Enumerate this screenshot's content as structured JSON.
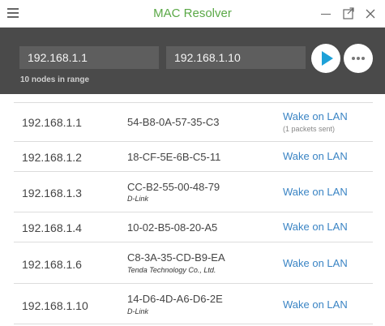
{
  "window": {
    "title": "MAC Resolver",
    "accent_color": "#5aa846",
    "icons": [
      "hamburger-icon",
      "minimize-icon",
      "popout-icon",
      "close-icon"
    ]
  },
  "toolbar": {
    "range_from": "192.168.1.1",
    "range_to": "192.168.1.10",
    "range_note": "10 nodes in range",
    "play_icon": "play-icon",
    "more_icon": "more-icon",
    "background_color": "#4a4a4a",
    "play_color": "#1ea1d8"
  },
  "hosts": [
    {
      "ip": "192.168.1.1",
      "mac": "54-B8-0A-57-35-C3",
      "vendor": "",
      "action": "Wake on LAN",
      "note": "(1 packets sent)"
    },
    {
      "ip": "192.168.1.2",
      "mac": "18-CF-5E-6B-C5-11",
      "vendor": "",
      "action": "Wake on LAN",
      "note": ""
    },
    {
      "ip": "192.168.1.3",
      "mac": "CC-B2-55-00-48-79",
      "vendor": "D-Link",
      "action": "Wake on LAN",
      "note": ""
    },
    {
      "ip": "192.168.1.4",
      "mac": "10-02-B5-08-20-A5",
      "vendor": "",
      "action": "Wake on LAN",
      "note": ""
    },
    {
      "ip": "192.168.1.6",
      "mac": "C8-3A-35-CD-B9-EA",
      "vendor": "Tenda Technology Co., Ltd.",
      "action": "Wake on LAN",
      "note": ""
    },
    {
      "ip": "192.168.1.10",
      "mac": "14-D6-4D-A6-D6-2E",
      "vendor": "D-Link",
      "action": "Wake on LAN",
      "note": ""
    }
  ]
}
